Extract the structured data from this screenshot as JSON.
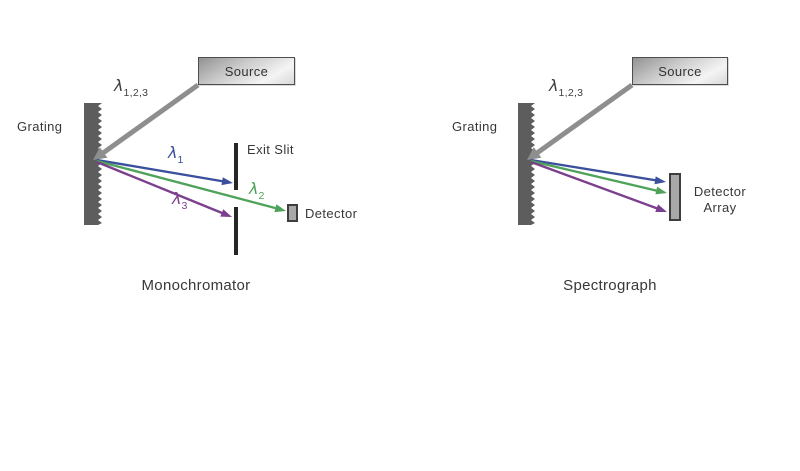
{
  "colors": {
    "text": "#383838",
    "ray-gray": "#8e8e8e",
    "blue": "#3b509c",
    "green": "#4fa25a",
    "purple": "#7c3f8d",
    "grating": "#5d5d5d",
    "slit": "#262626",
    "detector-fill": "#a8a8a8",
    "detector-border": "#3e3e3e"
  },
  "monochromator": {
    "caption": "Monochromator",
    "source_label": "Source",
    "grating_label": "Grating",
    "exit_slit_label": "Exit Slit",
    "detector_label": "Detector",
    "incident": {
      "symbol": "λ",
      "subscript": "1,2,3"
    },
    "lambda1": {
      "symbol": "λ",
      "subscript": "1"
    },
    "lambda2": {
      "symbol": "λ",
      "subscript": "2"
    },
    "lambda3": {
      "symbol": "λ",
      "subscript": "3"
    }
  },
  "spectrograph": {
    "caption": "Spectrograph",
    "source_label": "Source",
    "grating_label": "Grating",
    "incident": {
      "symbol": "λ",
      "subscript": "1,2,3"
    },
    "detector_array": {
      "line1": "Detector",
      "line2": "Array"
    }
  }
}
